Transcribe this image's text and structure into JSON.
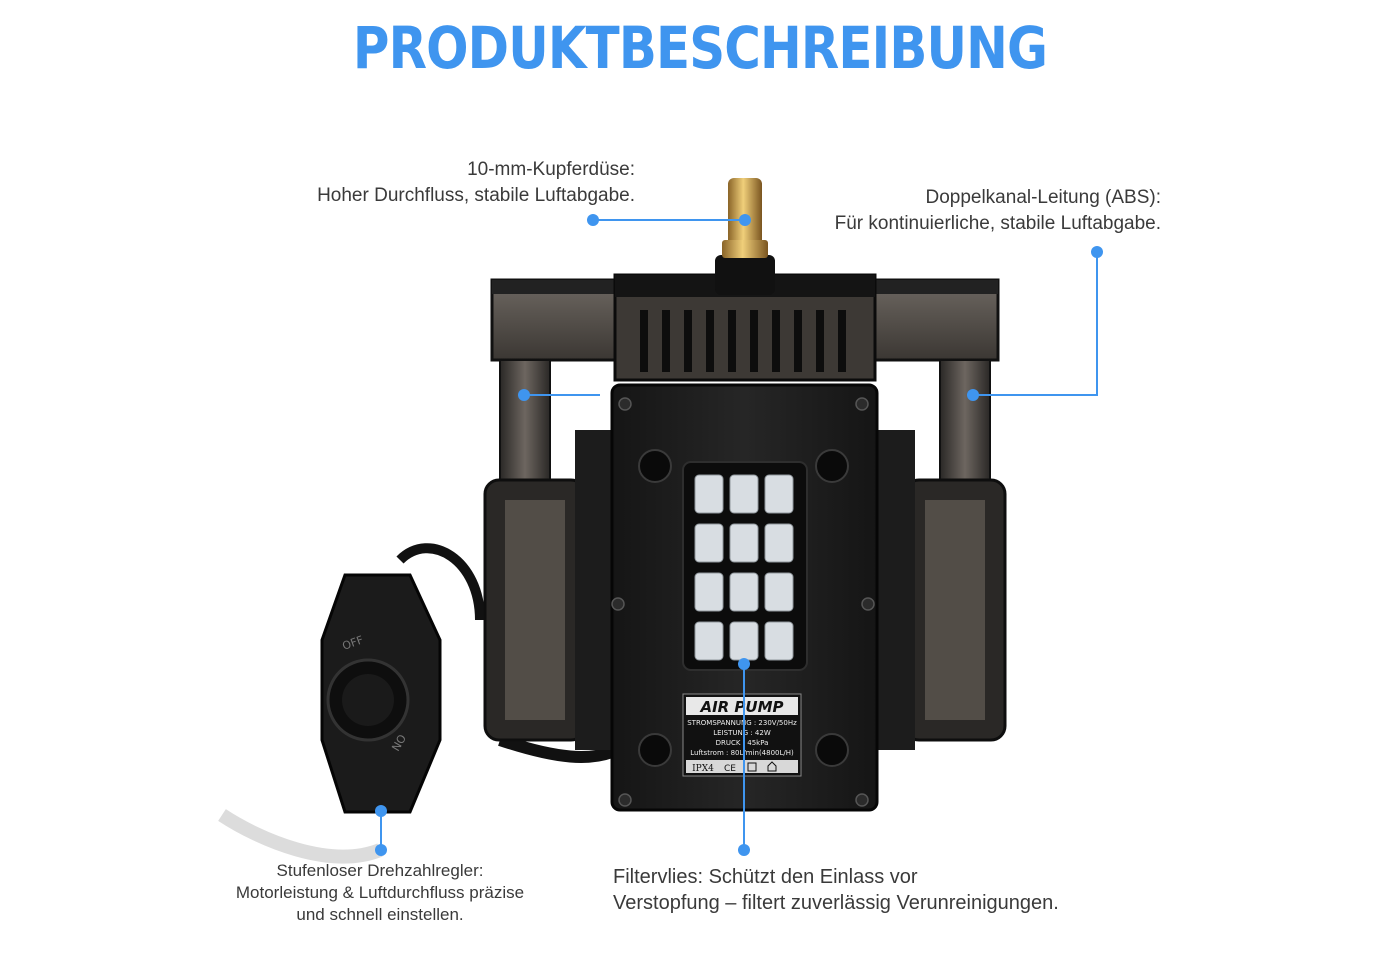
{
  "title": "PRODUKTBESCHREIBUNG",
  "accent_color": "#3f95ef",
  "callouts": {
    "nozzle": {
      "line1": "10-mm-Kupferdüse:",
      "line2": "Hoher Durchfluss, stabile Luftabgabe."
    },
    "channel": {
      "line1": "Doppelkanal-Leitung (ABS):",
      "line2": "Für kontinuierliche, stabile Luftabgabe."
    },
    "knob": {
      "line1": "Stufenloser Drehzahlregler:",
      "line2": "Motorleistung & Luftdurchfluss präzise",
      "line3": "und schnell einstellen."
    },
    "filter": {
      "line1": "Filtervlies: Schützt den Einlass vor",
      "line2": "Verstopfung – filtert zuverlässig Verunreinigungen."
    }
  },
  "product_label": {
    "name": "AIR PUMP",
    "spec1": "STROMSPANNUNG : 230V/50Hz",
    "spec2": "LEISTUNG : 42W",
    "spec3": "DRUCK : 45kPa",
    "spec4": "Luftstrom : 80L/min(4800L/H)",
    "rating": "IPX4",
    "mark": "CE"
  },
  "knob_labels": {
    "off": "OFF",
    "on": "NO"
  }
}
